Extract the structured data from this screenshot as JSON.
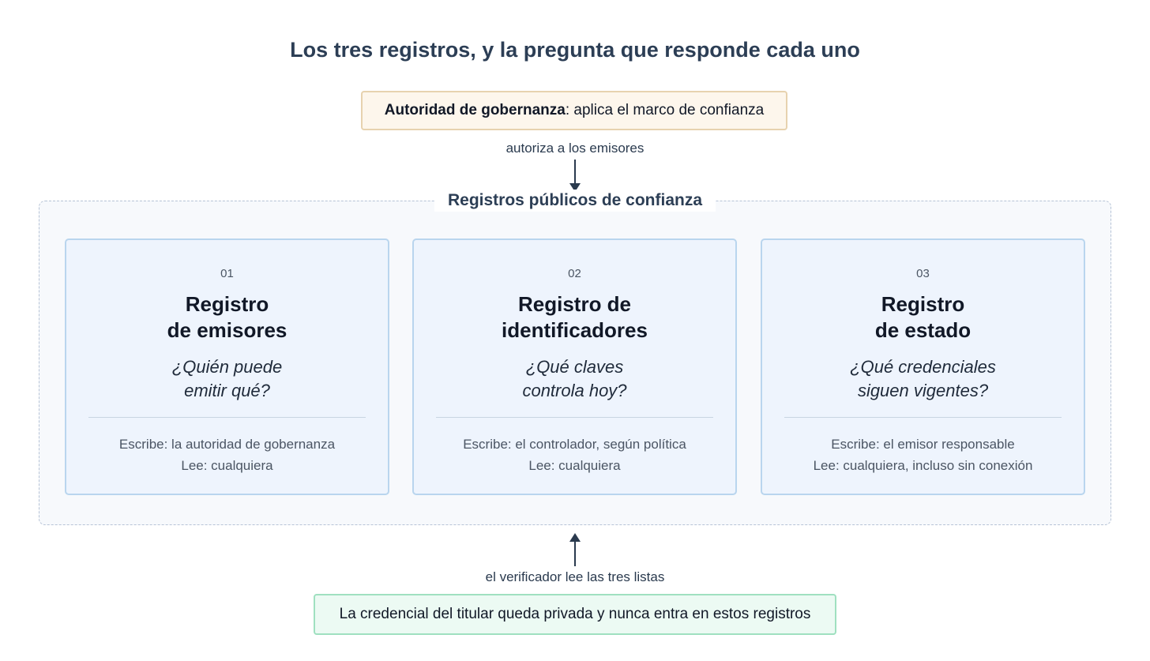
{
  "title": "Los tres registros, y la pregunta que responde cada uno",
  "governance": {
    "bold": "Autoridad de gobernanza",
    "rest": ": aplica el marco de confianza"
  },
  "edge_top": "autoriza a los emisores",
  "group_title": "Registros públicos de confianza",
  "registries": [
    {
      "number": "01",
      "name_line1": "Registro",
      "name_line2": "de emisores",
      "question_line1": "¿Quién puede",
      "question_line2": "emitir qué?",
      "writes": "Escribe: la autoridad de gobernanza",
      "reads": "Lee: cualquiera"
    },
    {
      "number": "02",
      "name_line1": "Registro de",
      "name_line2": "identificadores",
      "question_line1": "¿Qué claves",
      "question_line2": "controla hoy?",
      "writes": "Escribe: el controlador, según política",
      "reads": "Lee: cualquiera"
    },
    {
      "number": "03",
      "name_line1": "Registro",
      "name_line2": "de estado",
      "question_line1": "¿Qué credenciales",
      "question_line2": "siguen vigentes?",
      "writes": "Escribe: el emisor responsable",
      "reads": "Lee: cualquiera, incluso sin conexión"
    }
  ],
  "edge_bottom": "el verificador lee las tres listas",
  "holder_note": "La credencial del titular queda privada y nunca entra en estos registros"
}
